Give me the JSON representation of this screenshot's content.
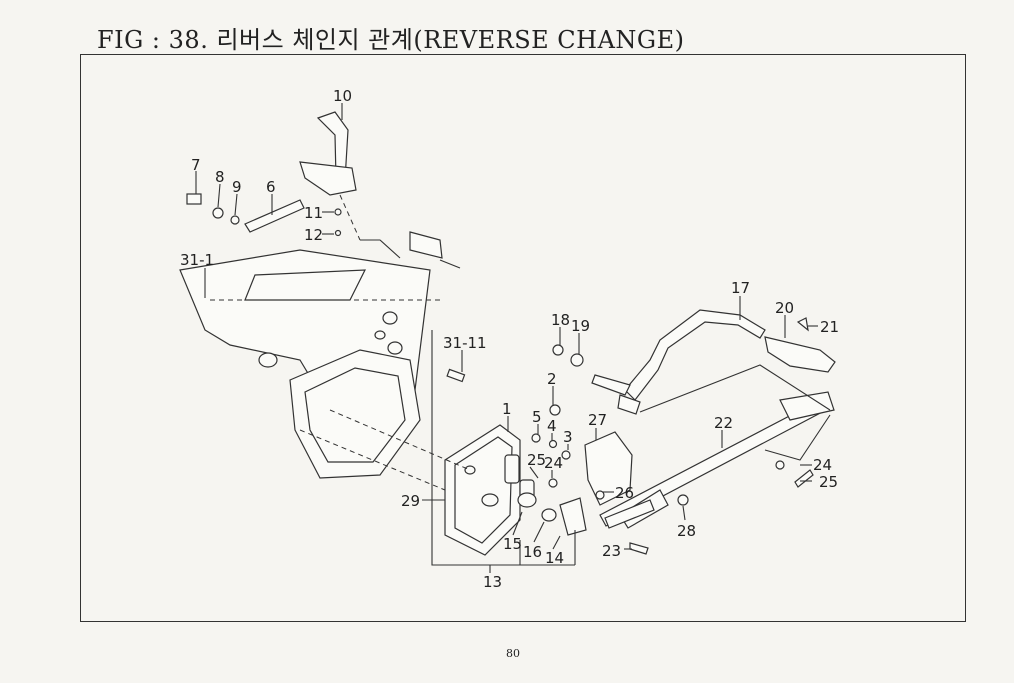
{
  "title": "FIG : 38. 리버스 체인지 관계(REVERSE CHANGE)",
  "page_number": "80",
  "callouts": [
    "10",
    "7",
    "8",
    "9",
    "6",
    "11",
    "12",
    "31-1",
    "17",
    "20",
    "21",
    "18",
    "19",
    "31-11",
    "2",
    "1",
    "5",
    "4",
    "3",
    "27",
    "22",
    "25",
    "24",
    "24",
    "25",
    "26",
    "29",
    "15",
    "16",
    "14",
    "23",
    "28",
    "13"
  ]
}
